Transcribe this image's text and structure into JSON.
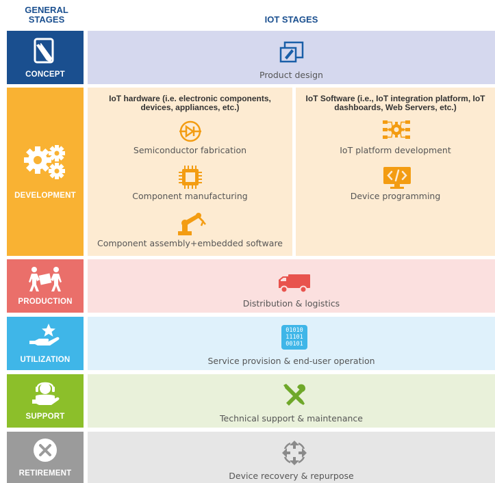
{
  "headers": {
    "general": "GENERAL STAGES",
    "iot": "IOT STAGES"
  },
  "stages": {
    "concept": "CONCEPT",
    "development": "DEVELOPMENT",
    "production": "PRODUCTION",
    "utilization": "UTILIZATION",
    "support": "SUPPORT",
    "retirement": "RETIREMENT"
  },
  "iot": {
    "product_design": "Product design",
    "hardware_title": "IoT hardware (i.e. electronic components, devices, appliances, etc.)",
    "semiconductor": "Semiconductor fabrication",
    "component_manufacturing": "Component manufacturing",
    "component_assembly": "Component assembly+embedded software",
    "software_title": "IoT Software (i.e., IoT integration platform, IoT dashboards, Web Servers, etc.)",
    "platform_dev": "IoT platform development",
    "device_programming": "Device programming",
    "distribution": "Distribution & logistics",
    "service_provision": "Service provision & end-user operation",
    "binary_code": "01010 11101 00101",
    "tech_support": "Technical support & maintenance",
    "device_recovery": "Device recovery & repurpose"
  },
  "colors": {
    "concept": "#1a4f8f",
    "development": "#f9b233",
    "production": "#ea6f6a",
    "utilization": "#3fb6e8",
    "support": "#8cbf2a",
    "retirement": "#9b9b9b",
    "concept_panel": "#d5d8ee",
    "dev_panel": "#fdebd2",
    "prod_panel": "#fbe0df",
    "util_panel": "#dff1fb",
    "support_panel": "#e9f1da",
    "retire_panel": "#e6e6e6"
  }
}
